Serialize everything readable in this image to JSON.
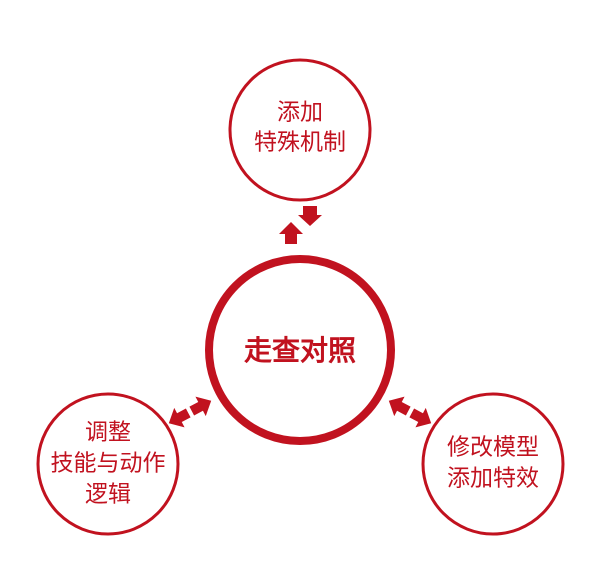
{
  "colors": {
    "accent": "#c1121f",
    "background": "#ffffff"
  },
  "center": {
    "label": "走查对照"
  },
  "nodes": {
    "top": {
      "line1": "添加",
      "line2": "特殊机制"
    },
    "left": {
      "line1": "调整",
      "line2": "技能与动作",
      "line3": "逻辑"
    },
    "right": {
      "line1": "修改模型",
      "line2": "添加特效"
    }
  },
  "connectors": [
    {
      "from": "center",
      "to": "top",
      "icon": "double-arrow-icon"
    },
    {
      "from": "center",
      "to": "left",
      "icon": "double-arrow-icon"
    },
    {
      "from": "center",
      "to": "right",
      "icon": "double-arrow-icon"
    }
  ]
}
